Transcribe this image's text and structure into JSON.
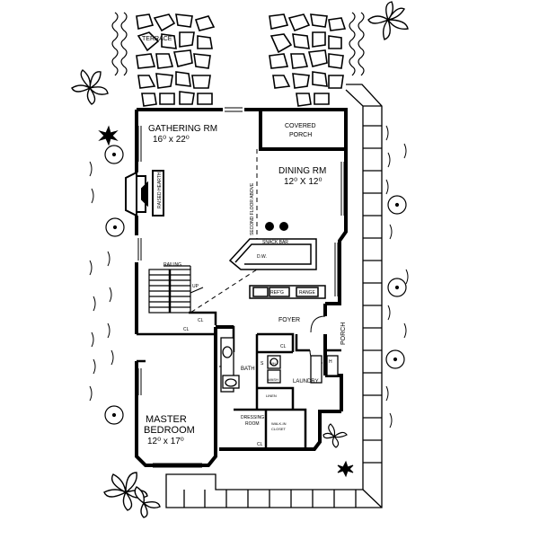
{
  "rooms": {
    "terrace": "TERRACE",
    "gathering_name": "GATHERING RM",
    "gathering_size": "16⁰ x 22⁰",
    "covered_porch_1": "COVERED",
    "covered_porch_2": "PORCH",
    "dining_name": "DINING RM",
    "dining_size": "12⁰ X 12⁰",
    "master_1": "MASTER",
    "master_2": "BEDROOM",
    "master_size": "12⁰ x 17⁰",
    "foyer": "FOYER",
    "porch": "PORCH",
    "bath": "BATH",
    "laundry": "LAUNDRY",
    "dressing_1": "DRESSING",
    "dressing_2": "ROOM",
    "walkin_1": "WALK-IN",
    "walkin_2": "CLOSET"
  },
  "fixtures": {
    "raised_hearth": "RAISED HEARTH",
    "second_floor_above": "SECOND FLOOR ABOVE",
    "snack_bar": "SNACK BAR",
    "dw": "D.W.",
    "ref": "REF'G",
    "range": "RANGE",
    "railing": "RAILING",
    "up": "UP",
    "cl": "CL",
    "s": "S",
    "wh": "WH",
    "linen": "LINEN",
    "wash": "WASH",
    "hvac": "H"
  }
}
